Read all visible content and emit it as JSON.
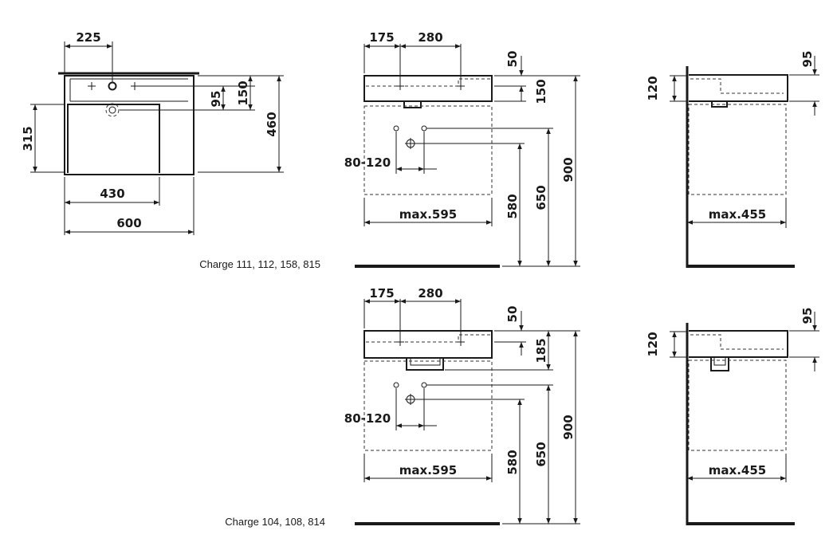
{
  "top_view": {
    "w_225": "225",
    "w_430": "430",
    "w_600": "600",
    "h_315": "315",
    "h_460": "460",
    "h_95": "95",
    "h_150": "150"
  },
  "variant1": {
    "front": {
      "d_175": "175",
      "d_280": "280",
      "d_50": "50",
      "d_150": "150",
      "d_80_120": "80-120",
      "d_max595": "max.595",
      "d_580": "580",
      "d_650": "650",
      "d_900": "900"
    },
    "side": {
      "d_120": "120",
      "d_95": "95",
      "d_max455": "max.455"
    },
    "caption": "Charge 111, 112, 158, 815"
  },
  "variant2": {
    "front": {
      "d_175": "175",
      "d_280": "280",
      "d_50": "50",
      "d_185": "185",
      "d_80_120": "80-120",
      "d_max595": "max.595",
      "d_580": "580",
      "d_650": "650",
      "d_900": "900"
    },
    "side": {
      "d_120": "120",
      "d_95": "95",
      "d_max455": "max.455"
    },
    "caption": "Charge 104, 108, 814"
  }
}
